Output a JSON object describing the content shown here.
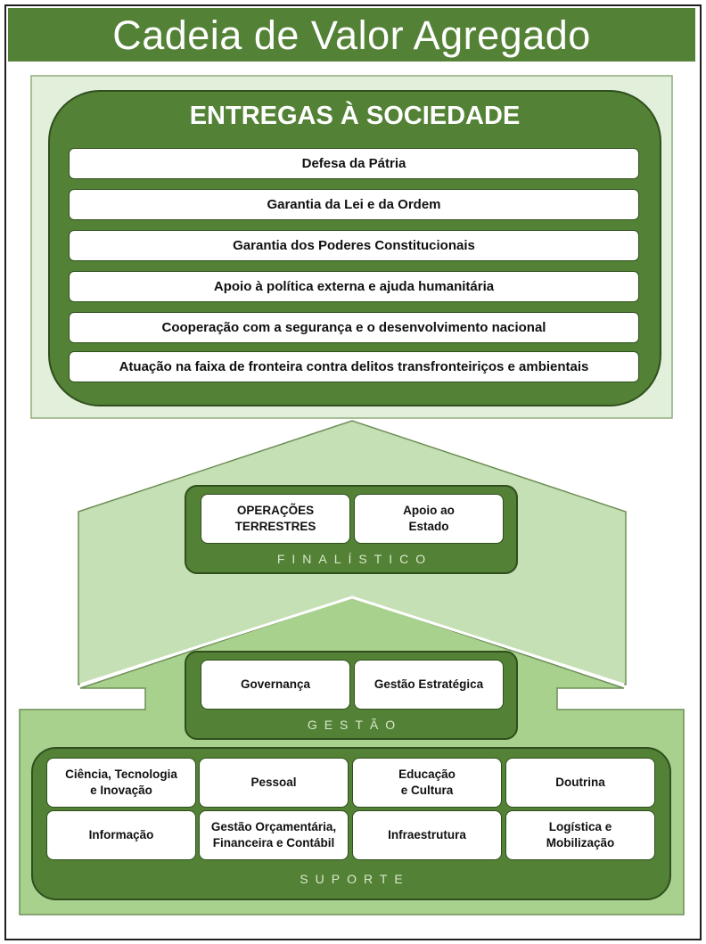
{
  "title": "Cadeia de Valor Agregado",
  "entregas": {
    "title": "ENTREGAS À SOCIEDADE",
    "items": [
      "Defesa da Pátria",
      "Garantia da Lei e da Ordem",
      "Garantia dos Poderes Constitucionais",
      "Apoio à política externa e ajuda humanitária",
      "Cooperação com a segurança e o desenvolvimento nacional",
      "Atuação na faixa de fronteira contra delitos transfronteiriços e ambientais"
    ]
  },
  "finalistico": {
    "label": "FINALÍSTICO",
    "items": [
      "OPERAÇÕES\nTERRESTRES",
      "Apoio ao\nEstado"
    ]
  },
  "gestao": {
    "label": "GESTÃO",
    "items": [
      "Governança",
      "Gestão Estratégica"
    ]
  },
  "suporte": {
    "label": "SUPORTE",
    "items": [
      "Ciência, Tecnologia\ne Inovação",
      "Pessoal",
      "Educação\ne Cultura",
      "Doutrina",
      "Informação",
      "Gestão Orçamentária,\nFinanceira e Contábil",
      "Infraestrutura",
      "Logística e\nMobilização"
    ]
  },
  "colors": {
    "dark_green": "#538135",
    "light_green": "#c5e0b4",
    "mid_green": "#a9d18e",
    "pale_green": "#e2efda"
  }
}
